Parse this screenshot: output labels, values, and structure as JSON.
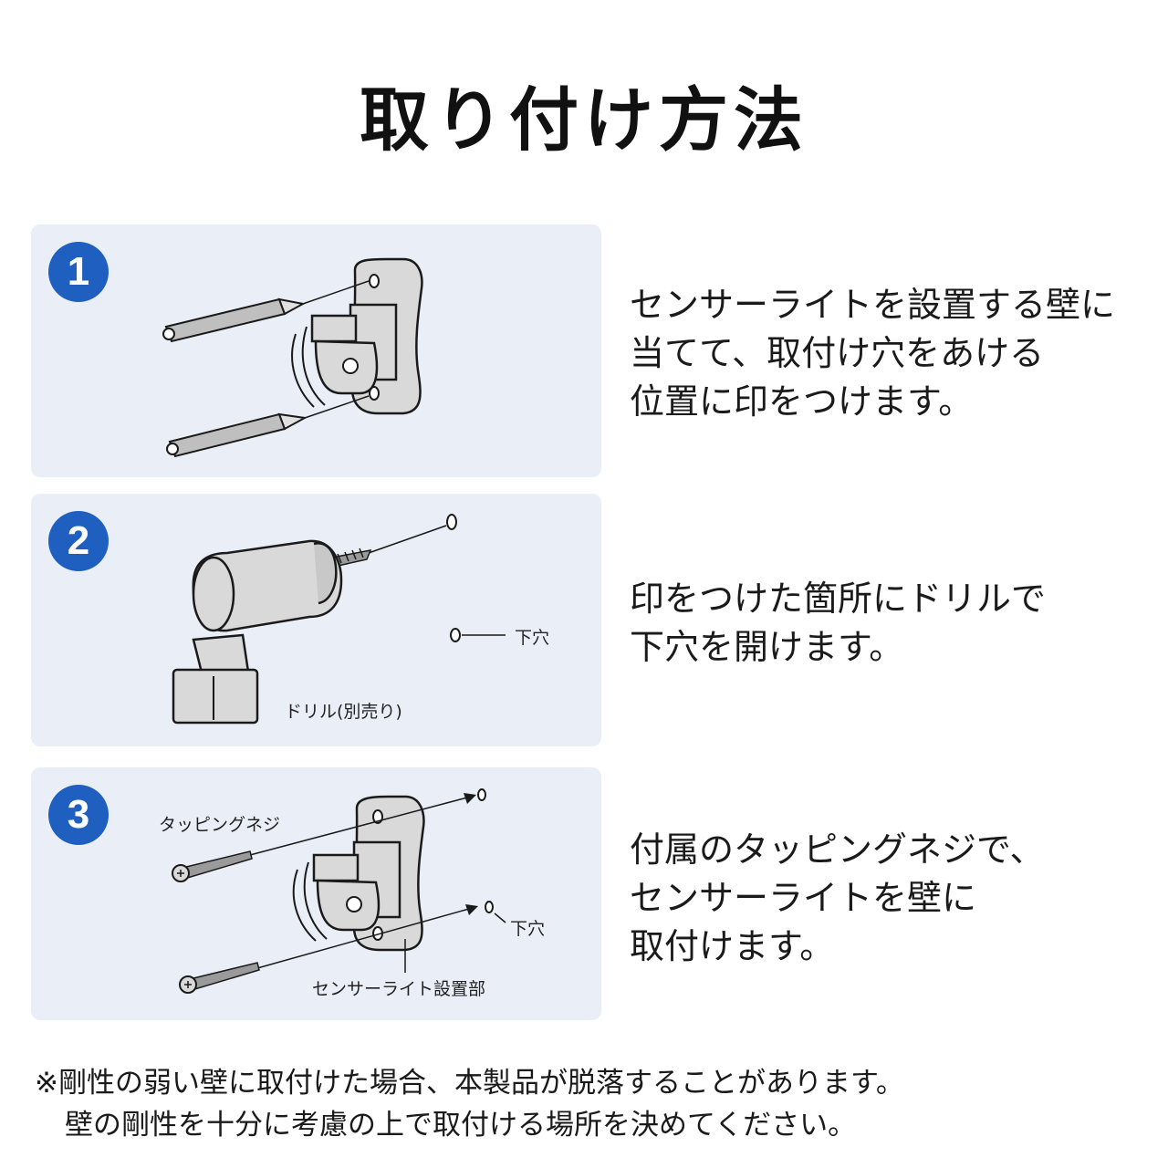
{
  "title": "取り付け方法",
  "steps": [
    {
      "number": "1",
      "lines": [
        "センサーライトを設置する壁に",
        "当てて、取付け穴をあける",
        "位置に印をつけます。"
      ]
    },
    {
      "number": "2",
      "lines": [
        "印をつけた箇所にドリルで",
        "下穴を開けます。"
      ],
      "labels": {
        "pilot_hole": "下穴",
        "drill": "ドリル(別売り)"
      }
    },
    {
      "number": "3",
      "lines": [
        "付属のタッピングネジで、",
        "センサーライトを壁に",
        "取付けます。"
      ],
      "labels": {
        "screw": "タッピングネジ",
        "pilot_hole": "下穴",
        "mount": "センサーライト設置部"
      }
    }
  ],
  "note": {
    "line1": "※剛性の弱い壁に取付けた場合、本製品が脱落することがあります。",
    "line2": "壁の剛性を十分に考慮の上で取付ける場所を決めてください。"
  },
  "colors": {
    "badge": "#1f5fbf",
    "panel": "#e9eef7",
    "part_fill": "#d9d9d9",
    "outline": "#1a1a1a"
  }
}
